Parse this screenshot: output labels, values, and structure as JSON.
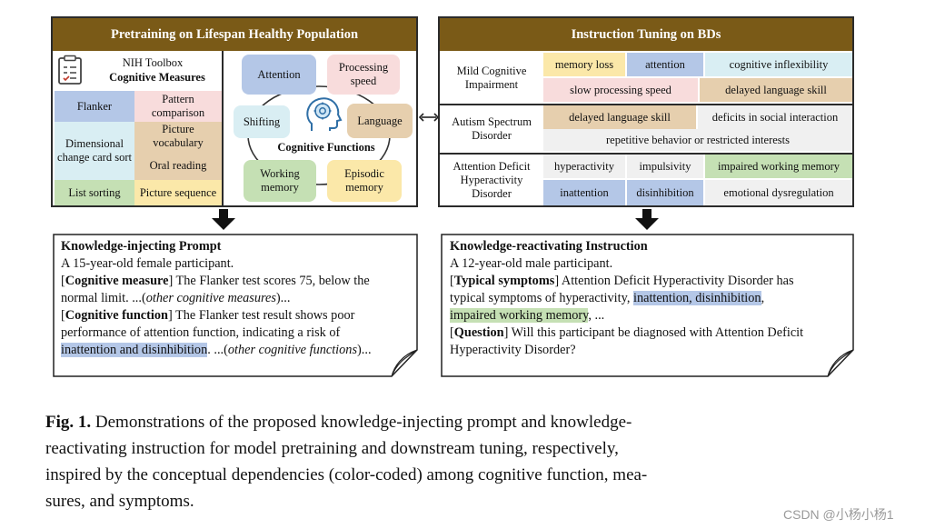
{
  "left_panel": {
    "header": "Pretraining on Lifespan Healthy Population",
    "toolbox_title": "NIH Toolbox",
    "toolbox_subtitle": "Cognitive Measures",
    "measures": {
      "flanker": "Flanker",
      "pattern": "Pattern comparison",
      "dccs": "Dimensional change card sort",
      "picture_vocab": "Picture vocabulary",
      "oral": "Oral reading",
      "list": "List sorting",
      "picture_seq": "Picture sequence"
    },
    "functions": {
      "center_label": "Cognitive Functions",
      "attention": "Attention",
      "processing": "Processing speed",
      "shifting": "Shifting",
      "language": "Language",
      "working": "Working memory",
      "episodic": "Episodic memory"
    }
  },
  "right_panel": {
    "header": "Instruction Tuning on BDs",
    "rows": {
      "mci": {
        "label": "Mild Cognitive Impairment",
        "cells": [
          "memory loss",
          "attention",
          "cognitive inflexibility",
          "slow processing speed",
          "delayed language skill"
        ]
      },
      "asd": {
        "label": "Autism Spectrum Disorder",
        "cells": [
          "delayed language skill",
          "deficits in social  interaction",
          "repetitive behavior or restricted interests"
        ]
      },
      "adhd": {
        "label": "Attention Deficit Hyperactivity Disorder",
        "cells": [
          "hyperactivity",
          "impulsivity",
          "impaired working memory",
          "inattention",
          "disinhibition",
          "emotional dysregulation"
        ]
      }
    }
  },
  "prompt_box": {
    "title": "Knowledge-injecting Prompt",
    "line1": "A 15-year-old female participant.",
    "measure_tag": "Cognitive measure",
    "measure_text": " The Flanker test scores 75, below the",
    "line3a": "normal limit. ...(",
    "line3_italic": "other cognitive measures",
    "line3b": ")...",
    "function_tag": "Cognitive function",
    "function_text": " The Flanker test result shows poor",
    "line5": "performance of attention function, indicating a risk of",
    "line6_hl": "inattention and disinhibition",
    "line6a": ". ...(",
    "line6_italic": "other cognitive functions",
    "line6b": ")..."
  },
  "instruction_box": {
    "title": "Knowledge-reactivating Instruction",
    "line1": "A 12-year-old male participant.",
    "symptoms_tag": "Typical symptoms",
    "symptoms_text": " Attention Deficit Hyperactivity Disorder has",
    "line3a": "typical symptoms of hyperactivity, ",
    "line3_hl": "inattention, disinhibition",
    "line3b": ",",
    "line4_hl": "impaired working memory",
    "line4b": ", ...",
    "question_tag": "Question",
    "question_text": " Will this participant be diagnosed with Attention Deficit",
    "line6": "Hyperactivity Disorder?"
  },
  "caption": {
    "label": "Fig. 1.",
    "line1": " Demonstrations of the proposed knowledge-injecting prompt and knowledge-",
    "line2": "reactivating instruction for model pretraining and downstream tuning, respectively,",
    "line3": "inspired by the conceptual dependencies (color-coded) among cognitive function, mea-",
    "line4": "sures, and symptoms."
  },
  "watermark": "CSDN @小杨小杨1",
  "icons": [
    "clipboard-icon",
    "brain-head-icon",
    "double-arrow-icon",
    "down-arrow-icon"
  ],
  "colors": {
    "header": "#7a5a17",
    "blue": "#b4c7e7",
    "pink": "#f8dcdc",
    "cyan": "#d9eef3",
    "tan": "#e6cfae",
    "yellow": "#fbe8a9",
    "green": "#c5e0b4",
    "gray": "#f0f0f0"
  }
}
